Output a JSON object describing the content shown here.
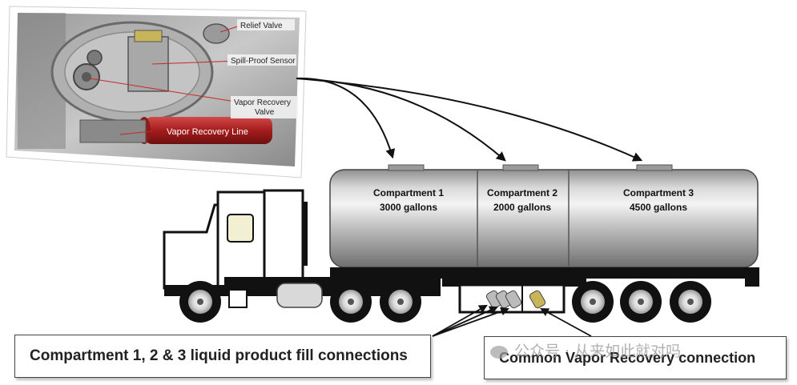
{
  "inset": {
    "relief_valve": "Relief Valve",
    "spill_proof_sensor": "Spill-Proof Sensor",
    "vapor_recovery_valve_line1": "Vapor Recovery",
    "vapor_recovery_valve_line2": "Valve",
    "vapor_recovery_line": "Vapor Recovery Line"
  },
  "compartments": [
    {
      "name": "Compartment 1",
      "capacity": "3000 gallons"
    },
    {
      "name": "Compartment 2",
      "capacity": "2000 gallons"
    },
    {
      "name": "Compartment 3",
      "capacity": "4500 gallons"
    }
  ],
  "callouts": {
    "fill_connections": "Compartment 1, 2 & 3 liquid product fill connections",
    "vapor_connection": "Common Vapor Recovery connection"
  },
  "watermark": "公众号 · 从来如此就对吗"
}
